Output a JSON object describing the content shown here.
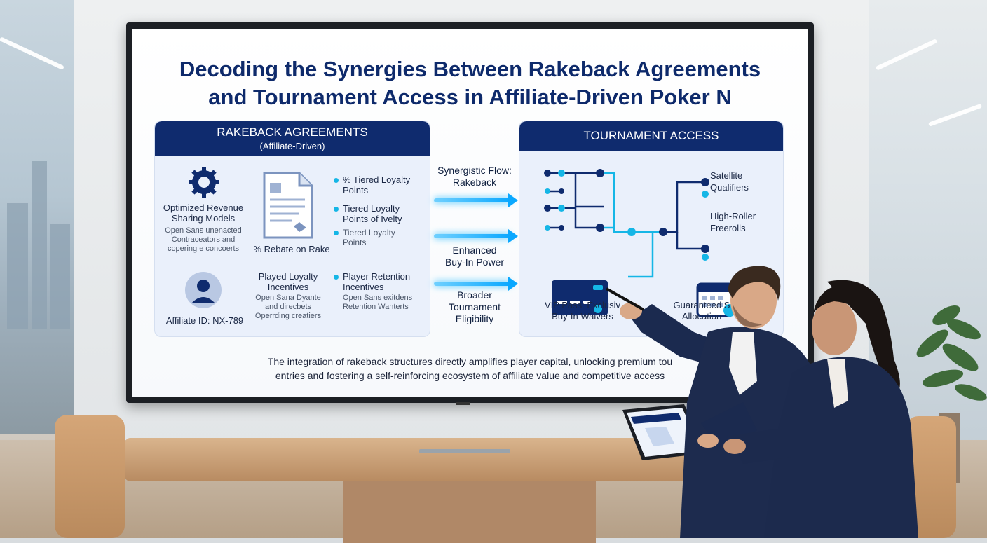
{
  "slide": {
    "title_line1": "Decoding the Synergies Between Rakeback Agreements",
    "title_line2": "and Tournament Access in Affiliate-Driven Poker N",
    "left_panel": {
      "heading": "RAKEBACK AGREEMENTS",
      "subheading": "(Affiliate-Driven)",
      "gear_label_1": "Optimized Revenue",
      "gear_label_2": "Sharing Models",
      "gear_sub_1": "Open Sans unenacted",
      "gear_sub_2": "Contraceators and",
      "gear_sub_3": "copering e concoerts",
      "doc_label": "% Rebate on Rake",
      "bullet_1a": "% Tiered Loyalty",
      "bullet_1b": "Points",
      "bullet_2a": "Tiered Loyalty",
      "bullet_2b": "Points of Ivelty",
      "bullet_3a": "Tiered Loyalty",
      "bullet_3b": "Points",
      "affiliate_id": "Affiliate ID: NX-789",
      "played_1": "Played Loyalty",
      "played_2": "Incentives",
      "played_sub_1": "Open Sana Dyante",
      "played_sub_2": "and direcbets",
      "played_sub_3": "Operrding creatiers",
      "retention_1": "Player Retention",
      "retention_2": "Incentives",
      "retention_sub_1": "Open Sans exitdens",
      "retention_sub_2": "Retention Wanterts"
    },
    "flow": {
      "label_1a": "Synergistic Flow:",
      "label_1b": "Rakeback",
      "label_2a": "Enhanced",
      "label_2b": "Buy-In Power",
      "label_3a": "Broader",
      "label_3b": "Tournament",
      "label_3c": "Eligibility"
    },
    "right_panel": {
      "heading": "TOURNAMENT ACCESS",
      "sat_1": "Satellite",
      "sat_2": "Qualifiers",
      "hr_1": "High-Roller",
      "hr_2": "Freerolls",
      "vip_1": "VIP Pass: Exclusiv",
      "vip_2": "Buy-In Waivers",
      "gs_1": "Guaranteed S",
      "gs_2": "Allocation"
    },
    "caption_1": "The integration of rakeback structures directly amplifies player capital, unlocking premium tou",
    "caption_2": "entries and fostering a self-reinforcing ecosystem of affiliate value and competitive access"
  },
  "colors": {
    "navy": "#0f2b6e",
    "accent": "#15b6e6",
    "panel": "#eaf0fb"
  }
}
